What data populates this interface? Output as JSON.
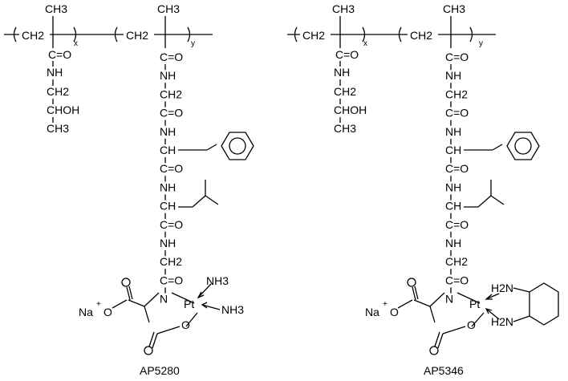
{
  "structures": [
    {
      "caption": "AP5280",
      "backbone": {
        "ch3_a": "CH3",
        "ch3_b": "CH3",
        "ch2_a": "CH2",
        "ch2_b": "CH2",
        "x": "x",
        "y": "y"
      },
      "hpma": {
        "co": "C=O",
        "nh": "NH",
        "ch2": "CH2",
        "choh": "CHOH",
        "ch3": "CH3"
      },
      "chain": [
        "C=O",
        "NH",
        "CH2",
        "C=O",
        "NH",
        "CH",
        "C=O",
        "NH",
        "CH",
        "C=O",
        "NH",
        "CH2",
        "C=O",
        "N"
      ],
      "chelate": {
        "na": "Na",
        "plus": "+",
        "o_minus": "O",
        "pt": "Pt",
        "o_ring": "O",
        "ligand1": "NH3",
        "ligand2": "NH3"
      }
    },
    {
      "caption": "AP5346",
      "backbone": {
        "ch3_a": "CH3",
        "ch3_b": "CH3",
        "ch2_a": "CH2",
        "ch2_b": "CH2",
        "x": "x",
        "y": "y"
      },
      "hpma": {
        "co": "C=O",
        "nh": "NH",
        "ch2": "CH2",
        "choh": "CHOH",
        "ch3": "CH3"
      },
      "chain": [
        "C=O",
        "NH",
        "CH2",
        "C=O",
        "NH",
        "CH",
        "C=O",
        "NH",
        "CH",
        "C=O",
        "NH",
        "CH2",
        "C=O",
        "N"
      ],
      "chelate": {
        "na": "Na",
        "plus": "+",
        "o_minus": "O",
        "pt": "Pt",
        "o_ring": "O",
        "ligand1": "H2N",
        "ligand2": "H2N"
      }
    }
  ]
}
